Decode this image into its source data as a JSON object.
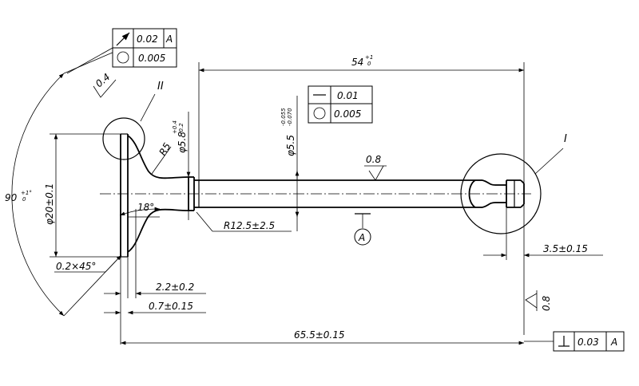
{
  "dimensions": {
    "top_length": "54",
    "top_length_tol": "+1\n0",
    "stem_dia": "φ5.5",
    "stem_dia_tol_hi": "-0.055",
    "stem_dia_tol_lo": "-0.070",
    "neck_dia": "φ5.8",
    "neck_dia_tol_hi": "+0.4",
    "neck_dia_tol_lo": "-0.2",
    "fillet_r5": "R5",
    "fillet_r125": "R12.5±2.5",
    "head_dia": "φ20±0.1",
    "angle_90": "90",
    "angle_90_tol": "+1°\n0",
    "angle_18": "18°",
    "chamfer": "0.2×45°",
    "head_thick_22": "2.2±0.2",
    "head_thick_07": "0.7±0.15",
    "overall_length": "65.5±0.15",
    "groove_35": "3.5±0.15"
  },
  "surface_finish": {
    "stem": "0.8",
    "seat": "0.4",
    "end": "0.8"
  },
  "tolerance_frames": {
    "runout_value": "0.02",
    "runout_datum": "A",
    "round_value_1": "0.005",
    "straight_value": "0.01",
    "round_value_2": "0.005",
    "perp_value": "0.03",
    "perp_datum": "A"
  },
  "labels": {
    "datum": "A",
    "view_1": "I",
    "view_2": "II"
  }
}
